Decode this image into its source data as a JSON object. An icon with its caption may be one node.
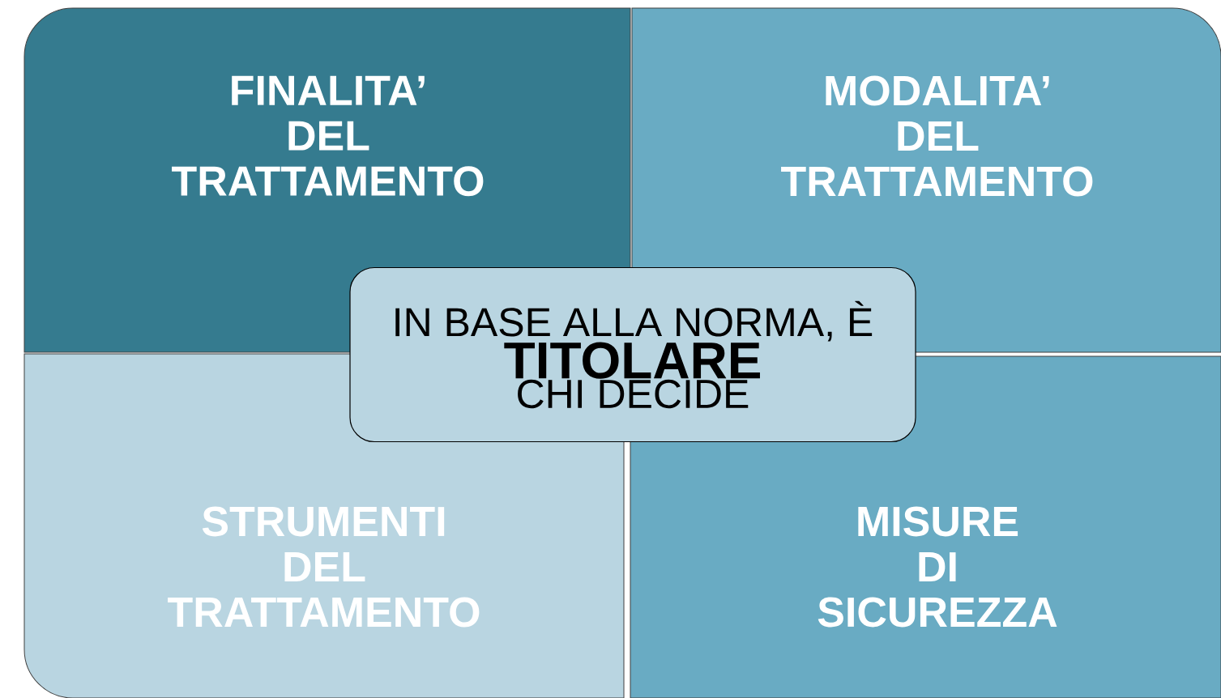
{
  "diagram": {
    "nodes": [
      {
        "text": [
          "FINALITA’ DEL TRATTAMENTO"
        ]
      },
      {
        "text": [
          "MODALITA’ DEL TRATTAMENTO"
        ]
      },
      {
        "text": [
          "STRUMENTI DEL TRATTAMENTO"
        ]
      },
      {
        "text": [
          "MISURE DI SICUREZZA"
        ]
      },
      {
        "text": [
          "IN BASE ALLA NORMA, È",
          "TITOLARE",
          "CHI DECIDE"
        ]
      }
    ]
  }
}
